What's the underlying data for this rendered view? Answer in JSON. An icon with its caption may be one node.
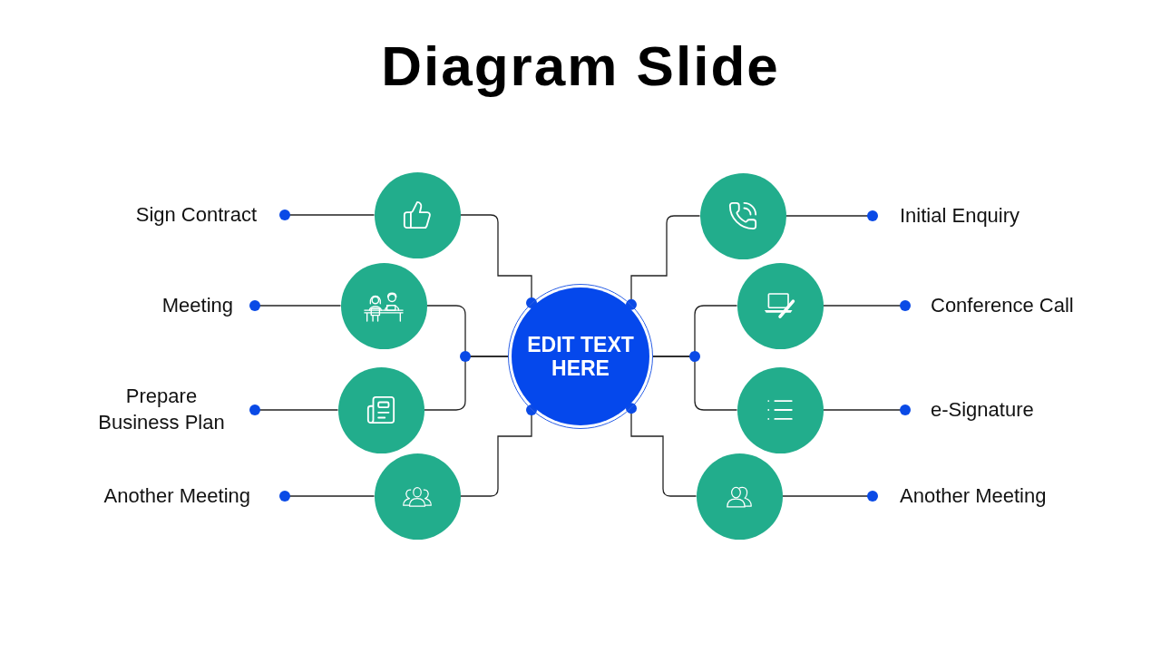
{
  "diagram": {
    "title": "Diagram Slide",
    "nodes": [
      {
        "text": [
          "Sign Contract"
        ]
      },
      {
        "text": [],
        "shape": "circle"
      },
      {
        "text": [],
        "shape": "circle"
      },
      {
        "text": [
          "Initial Enquiry"
        ]
      },
      {
        "text": [
          "Meeting"
        ]
      },
      {
        "text": [],
        "shape": "circle"
      },
      {
        "text": [],
        "shape": "circle"
      },
      {
        "text": [
          "Conference Call"
        ]
      },
      {
        "text": [
          "EDIT TEXT HERE"
        ]
      },
      {
        "text": [
          "Prepare Business Plan"
        ]
      },
      {
        "text": [],
        "shape": "circle"
      },
      {
        "text": [],
        "shape": "circle"
      },
      {
        "text": [
          "e-Signature"
        ]
      },
      {
        "text": [
          "Another Meeting"
        ]
      },
      {
        "text": [],
        "shape": "circle"
      },
      {
        "text": [],
        "shape": "circle"
      },
      {
        "text": [
          "Another Meeting"
        ]
      }
    ],
    "edges": [
      {
        "from": 1,
        "to": 0,
        "arrow": "other"
      },
      {
        "from": 1,
        "to": 8,
        "arrow": "other"
      },
      {
        "from": 2,
        "to": 3,
        "arrow": "other"
      },
      {
        "from": 2,
        "to": 8,
        "arrow": "other"
      },
      {
        "from": 5,
        "to": 4,
        "arrow": "other"
      },
      {
        "from": 5,
        "to": 8,
        "arrow": "none"
      },
      {
        "from": 6,
        "to": 7,
        "arrow": "other"
      },
      {
        "from": 6,
        "to": 8,
        "arrow": "none"
      },
      {
        "from": 10,
        "to": 9,
        "arrow": "other"
      },
      {
        "from": 10,
        "to": 8,
        "arrow": "none"
      },
      {
        "from": 11,
        "to": 12,
        "arrow": "other"
      },
      {
        "from": 11,
        "to": 8,
        "arrow": "none"
      },
      {
        "from": 14,
        "to": 13,
        "arrow": "other"
      },
      {
        "from": 14,
        "to": 8,
        "arrow": "other"
      },
      {
        "from": 15,
        "to": 16,
        "arrow": "other"
      },
      {
        "from": 15,
        "to": 8,
        "arrow": "other"
      }
    ]
  }
}
